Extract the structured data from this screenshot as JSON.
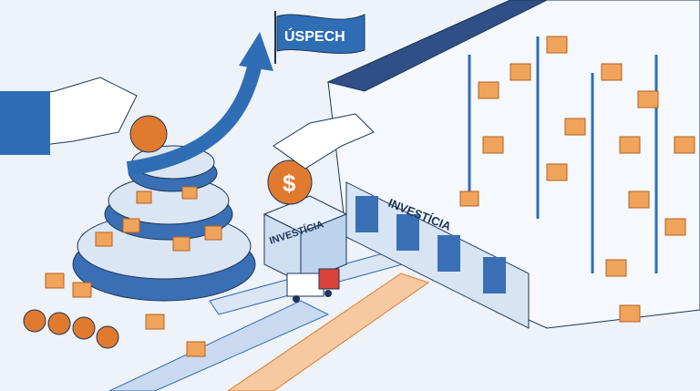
{
  "flag": {
    "text": "ÚSPECH"
  },
  "labels": {
    "investment_box": "INVESTÍCIA",
    "warehouse_sign": "INVESTÍCIA"
  },
  "colors": {
    "background": "#eef3f9",
    "brand_blue": "#2f6db5",
    "box_orange": "#f0a35a",
    "coin_orange": "#e07a2e",
    "outline": "#1d3557"
  }
}
